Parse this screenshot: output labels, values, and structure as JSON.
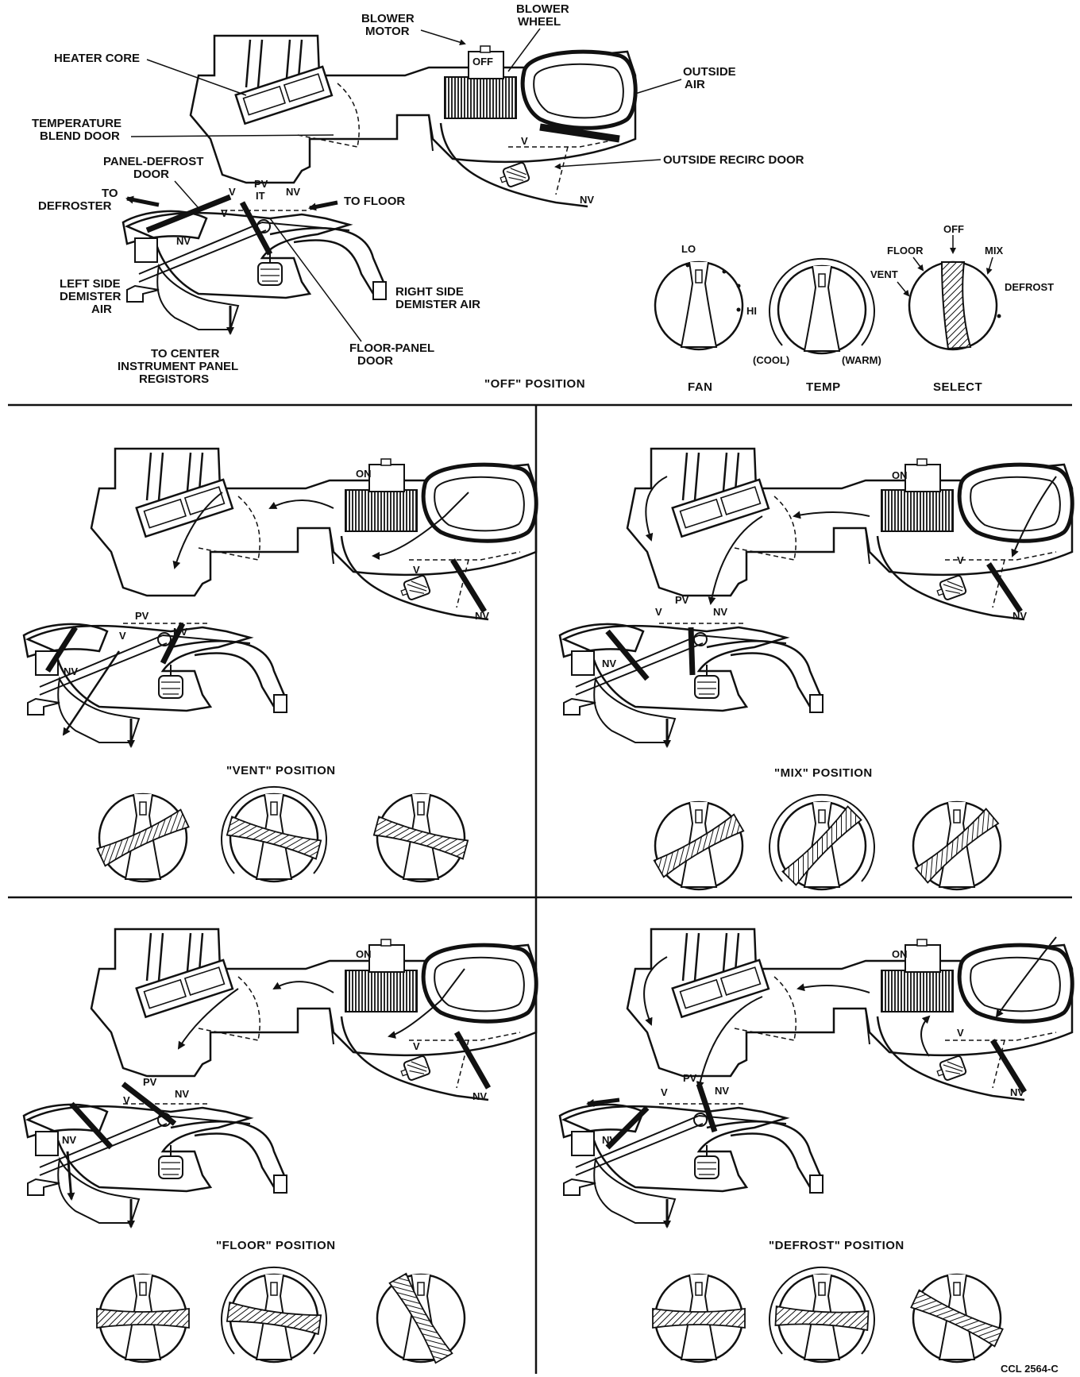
{
  "top": {
    "labels": {
      "blower_motor": [
        "BLOWER",
        "MOTOR"
      ],
      "blower_wheel": [
        "BLOWER",
        "WHEEL"
      ],
      "heater_core": "HEATER CORE",
      "outside_air": [
        "OUTSIDE",
        "AIR"
      ],
      "temp_blend_door": [
        "TEMPERATURE",
        "BLEND DOOR"
      ],
      "panel_defrost_door": [
        "PANEL-DEFROST",
        "DOOR"
      ],
      "to_defroster": [
        "TO",
        "DEFROSTER"
      ],
      "to_floor": "TO FLOOR",
      "outside_recirc_door": "OUTSIDE RECIRC DOOR",
      "left_demister": [
        "LEFT SIDE",
        "DEMISTER",
        "AIR"
      ],
      "right_demister": [
        "RIGHT SIDE",
        "DEMISTER AIR"
      ],
      "center_registers": [
        "TO CENTER",
        "INSTRUMENT PANEL",
        "REGISTORS"
      ],
      "floor_panel_door": [
        "FLOOR-PANEL",
        "DOOR"
      ],
      "v": "V",
      "nv": "NV",
      "pv": "PV",
      "it": "IT"
    },
    "motor_state": "OFF",
    "caption": "\"OFF\" POSITION",
    "controls": {
      "fan": {
        "label": "FAN",
        "lo": "LO",
        "hi": "HI"
      },
      "temp": {
        "label": "TEMP",
        "cool": "(COOL)",
        "warm": "(WARM)"
      },
      "select": {
        "label": "SELECT",
        "off": "OFF",
        "floor": "FLOOR",
        "mix": "MIX",
        "vent": "VENT",
        "defrost": "DEFROST"
      }
    }
  },
  "panels": [
    {
      "caption": "\"VENT\" POSITION",
      "motor_state": "ON"
    },
    {
      "caption": "\"MIX\" POSITION",
      "motor_state": "ON"
    },
    {
      "caption": "\"FLOOR\" POSITION",
      "motor_state": "ON"
    },
    {
      "caption": "\"DEFROST\" POSITION",
      "motor_state": "ON"
    }
  ],
  "figure_code": "CCL 2564-C"
}
